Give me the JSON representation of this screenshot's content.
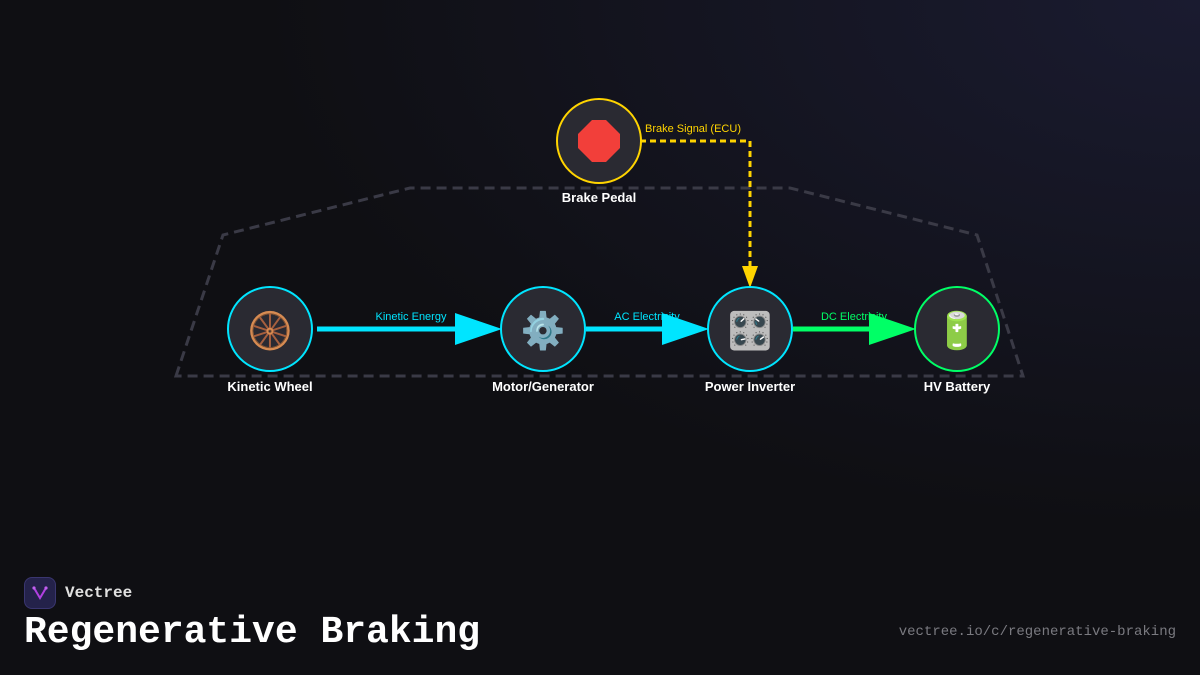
{
  "nodes": [
    {
      "label": "Kinetic Wheel",
      "icon": "wheel-icon",
      "glyph": "🛞",
      "color": "#00e5ff"
    },
    {
      "label": "Motor/Generator",
      "icon": "gear-icon",
      "glyph": "⚙️",
      "color": "#00e5ff"
    },
    {
      "label": "Power Inverter",
      "icon": "control-knobs-icon",
      "glyph": "🎛️",
      "color": "#00e5ff"
    },
    {
      "label": "HV Battery",
      "icon": "battery-icon",
      "glyph": "🔋",
      "color": "#00ff66"
    },
    {
      "label": "Brake Pedal",
      "icon": "stop-sign-icon",
      "glyph": "🛑",
      "color": "#ffd400"
    }
  ],
  "edges": [
    {
      "label": "Kinetic Energy",
      "color": "#00e5ff"
    },
    {
      "label": "AC Electricity",
      "color": "#00e5ff"
    },
    {
      "label": "DC Electricity",
      "color": "#00ff66"
    },
    {
      "label": "Brake Signal (ECU)",
      "color": "#ffd400"
    }
  ],
  "brand": {
    "name": "Vectree"
  },
  "title": "Regenerative Braking",
  "url": "vectree.io/c/regenerative-braking"
}
